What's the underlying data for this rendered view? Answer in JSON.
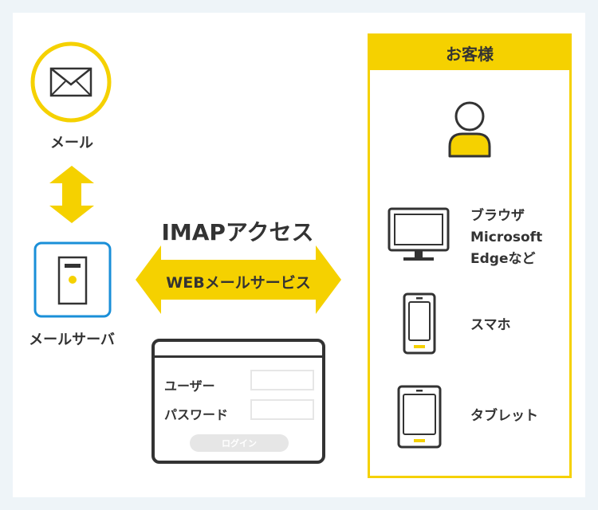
{
  "mail": {
    "label": "メール",
    "icon": "envelope-icon"
  },
  "mail_server": {
    "label": "メールサーバ",
    "icon": "server-icon"
  },
  "access": {
    "title": "IMAPアクセス",
    "arrow_label": "WEBメールサービス"
  },
  "login_form": {
    "user_label": "ユーザー",
    "password_label": "パスワード",
    "login_button": "ログイン"
  },
  "customer": {
    "header": "お客様",
    "devices": [
      {
        "label_lines": [
          "ブラウザ",
          "Microsoft",
          "Edgeなど"
        ],
        "icon": "monitor-icon"
      },
      {
        "label": "スマホ",
        "icon": "smartphone-icon"
      },
      {
        "label": "タブレット",
        "icon": "tablet-icon"
      }
    ]
  },
  "colors": {
    "accent": "#f5d100",
    "server_border": "#1a8fd8",
    "outline": "#333333",
    "background": "#eef4f8"
  }
}
